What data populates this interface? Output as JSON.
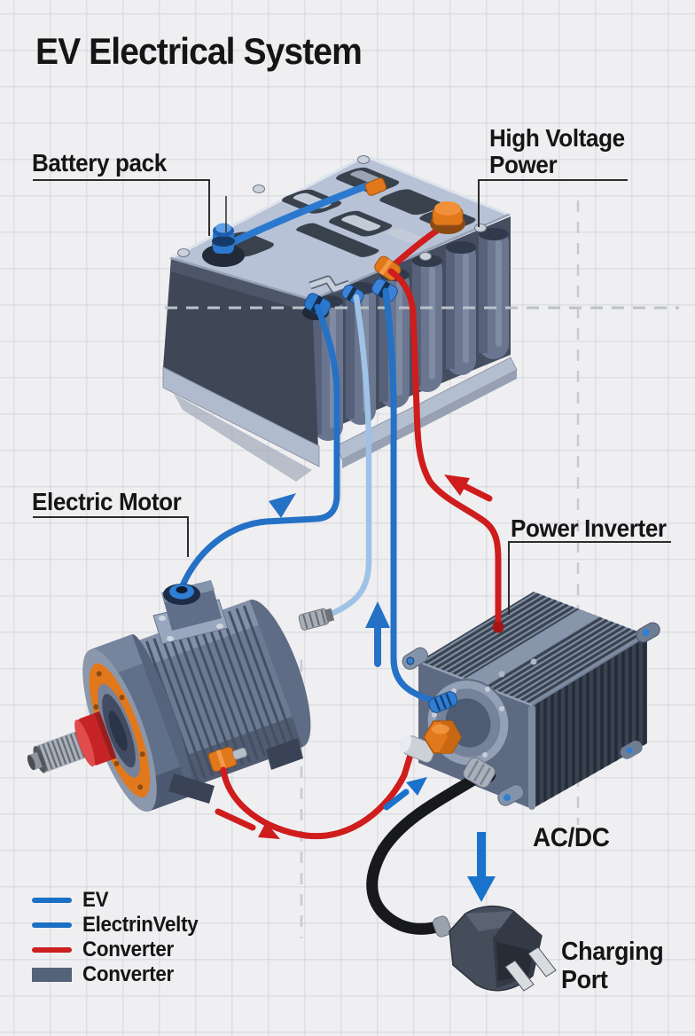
{
  "title": "EV Electrical System",
  "annotations": {
    "battery": {
      "label": "Battery pack"
    },
    "high_voltage": {
      "line1": "High Voltage",
      "line2": "Power"
    },
    "motor": {
      "label": "Electric Motor"
    },
    "inverter": {
      "label": "Power Inverter"
    },
    "ac_dc": {
      "label": "AC/DC"
    },
    "charging": {
      "line1": "Charging",
      "line2": "Port"
    }
  },
  "legend": {
    "items": [
      {
        "label": "EV",
        "swatch": "line",
        "color": "#1b6fc4"
      },
      {
        "label": "ElectrinVelty",
        "swatch": "line",
        "color": "#1b6fc4"
      },
      {
        "label": "Converter",
        "swatch": "line",
        "color": "#cc2020"
      },
      {
        "label": "Converter",
        "swatch": "rect",
        "color": "#55637a"
      }
    ]
  },
  "icons": {
    "flow_arrows": [
      "blue-up-right-on-motor-wire",
      "red-up-left-near-battery",
      "blue-up-beside-inverter-wire",
      "red-down-right-motor-to-inverter",
      "blue-up-right-near-charging-cable",
      "blue-down-to-charging-port"
    ]
  },
  "colors": {
    "background": "#efeff1",
    "grid": "#c8ccd4",
    "wire_blue": "#2471c6",
    "wire_light_blue": "#9fc2e6",
    "wire_red": "#cf1d1d",
    "cable_black": "#17191d",
    "accent_orange": "#e2781c",
    "battery_plate": "#b7c2d6",
    "machine_gray": "#6b7a93",
    "label_text": "#151515"
  }
}
